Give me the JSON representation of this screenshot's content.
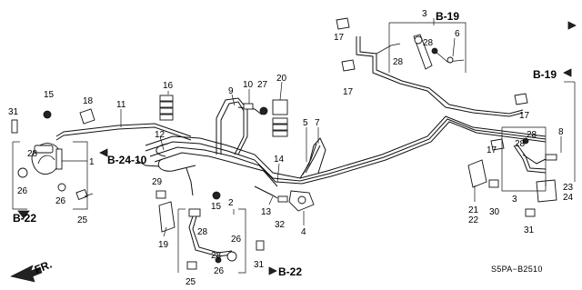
{
  "callouts": [
    "1",
    "2",
    "3",
    "3",
    "4",
    "5",
    "6",
    "7",
    "8",
    "9",
    "10",
    "11",
    "12",
    "13",
    "14",
    "15",
    "15",
    "16",
    "17",
    "17",
    "17",
    "17",
    "18",
    "19",
    "20",
    "21",
    "22",
    "23",
    "24",
    "25",
    "25",
    "26",
    "26",
    "26",
    "26",
    "27",
    "28",
    "28",
    "28",
    "28",
    "28",
    "28",
    "28",
    "29",
    "30",
    "31",
    "31",
    "31",
    "32"
  ],
  "references": [
    "B-19",
    "B-19",
    "B-24-10",
    "B-22",
    "B-22"
  ],
  "front_label": "FR.",
  "diagram_code": "S5PA−B2510"
}
